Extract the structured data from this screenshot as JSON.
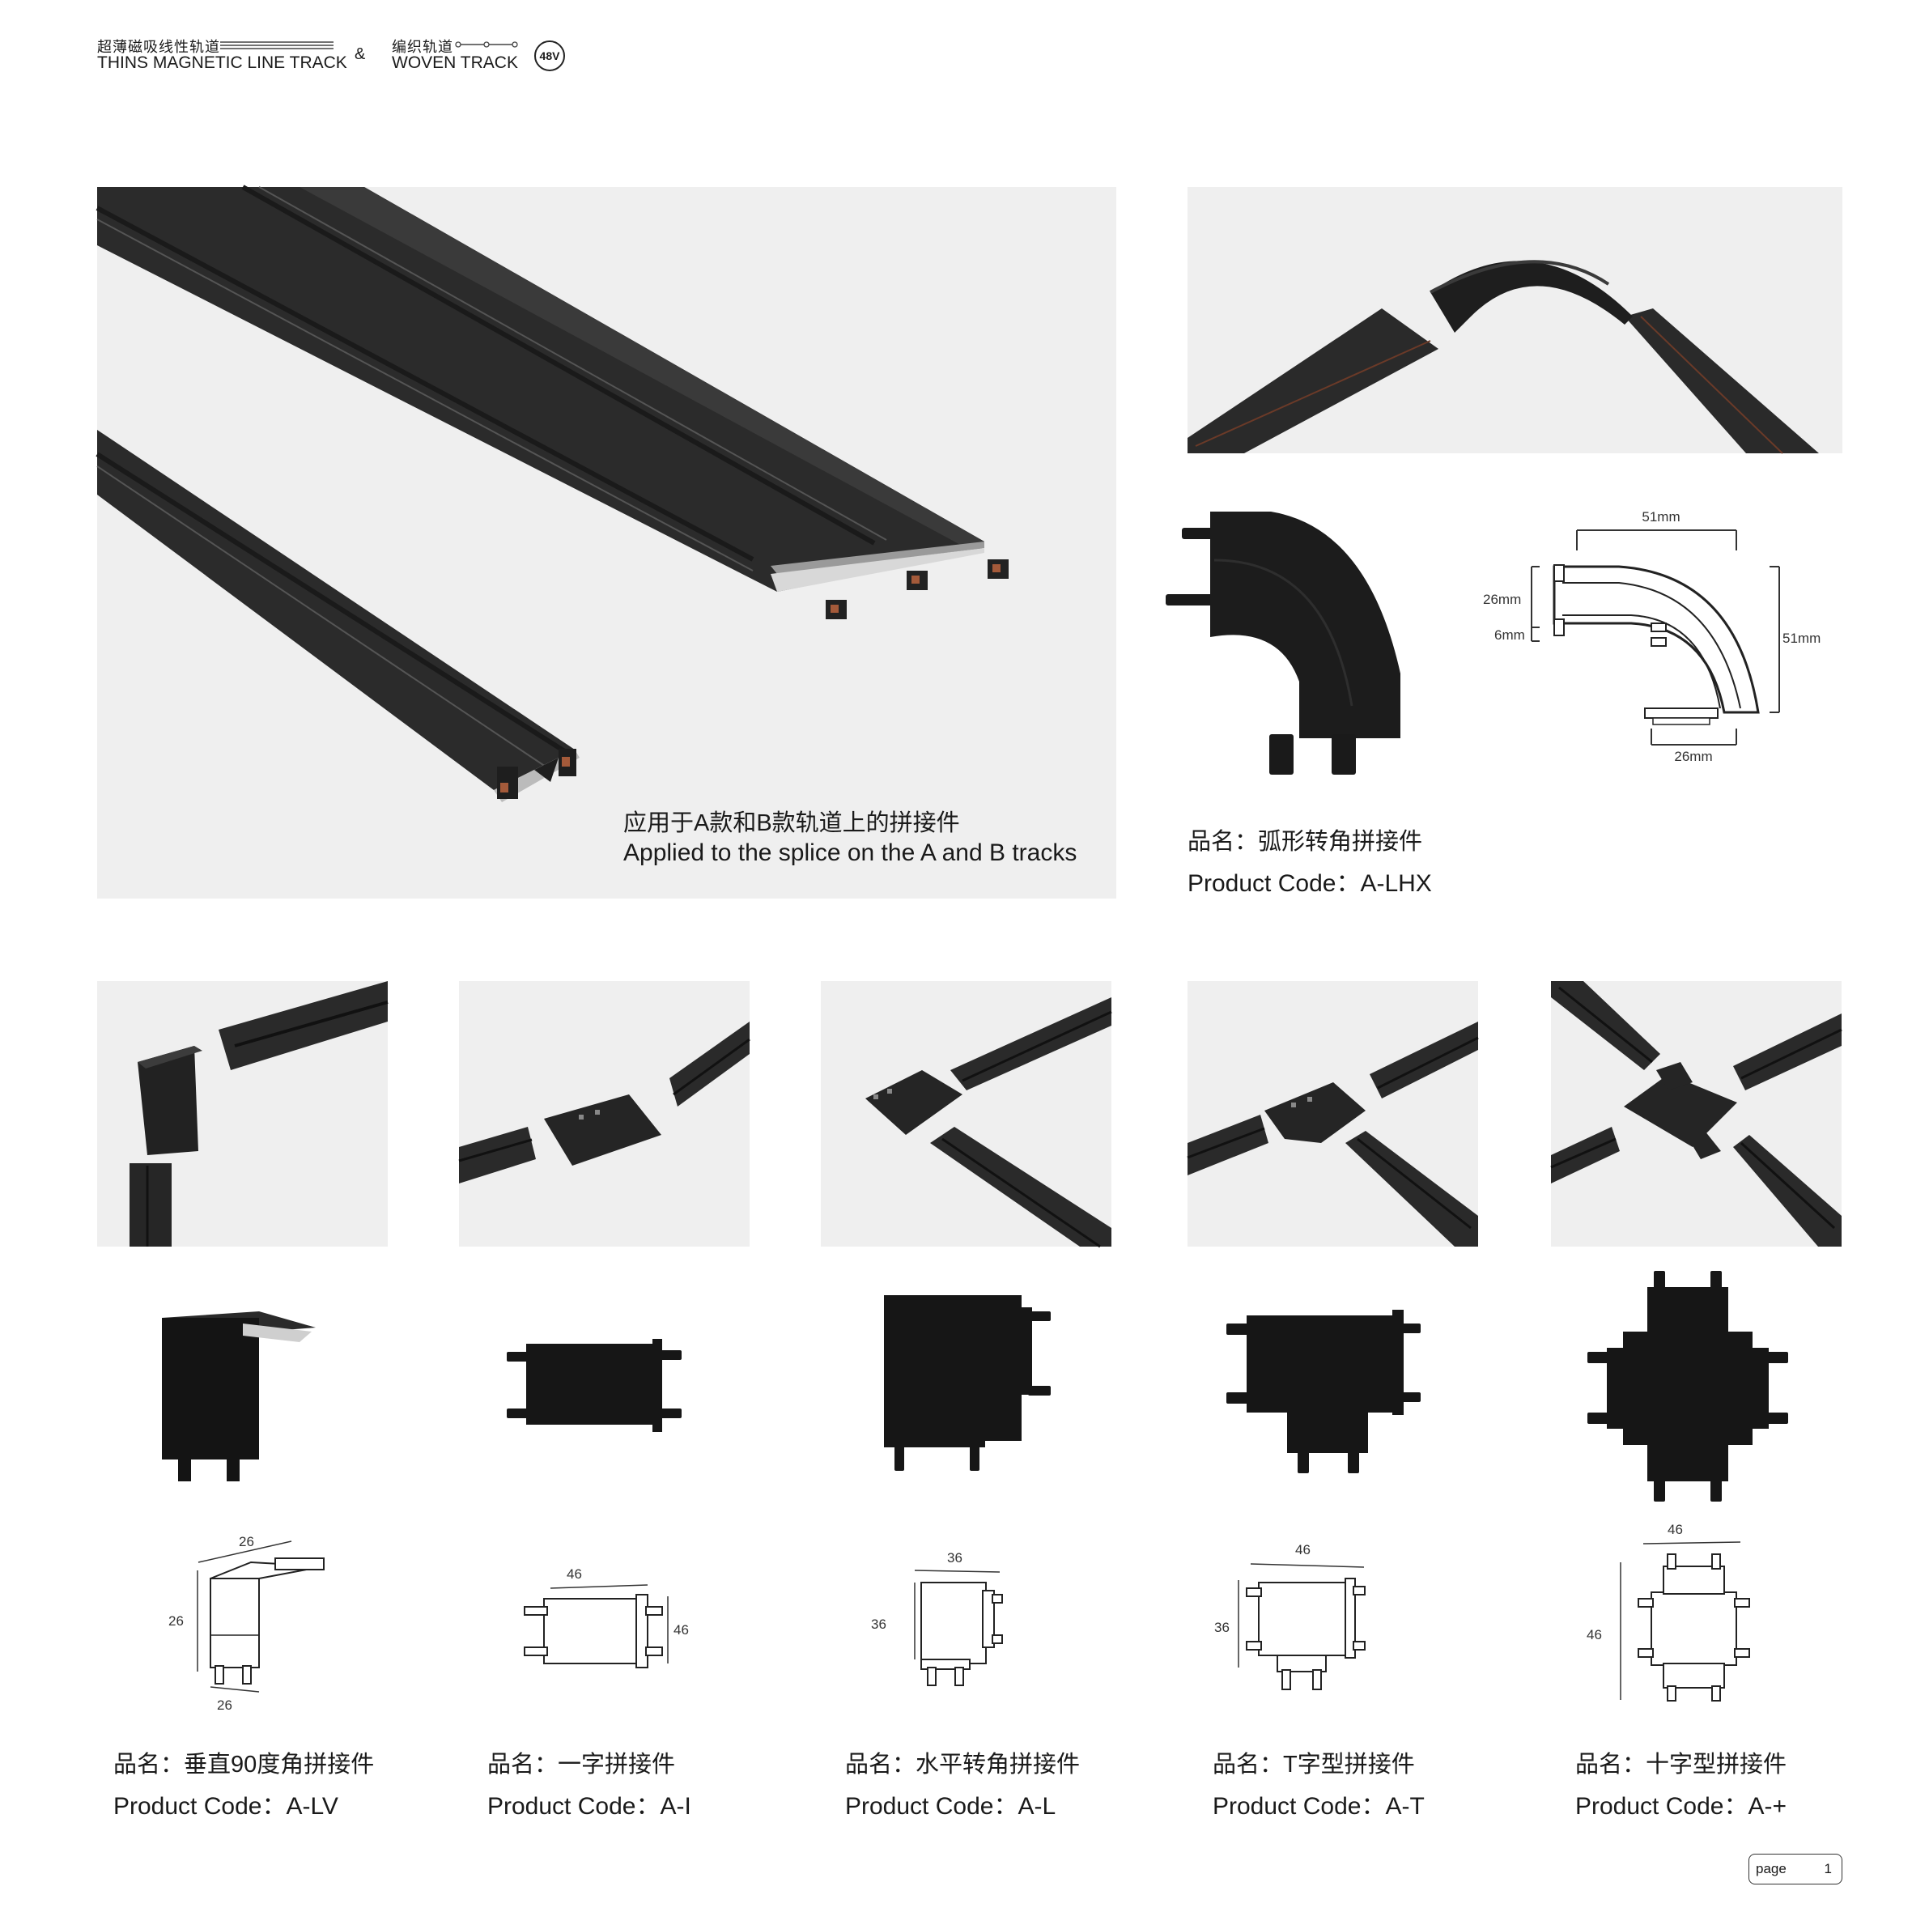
{
  "header": {
    "line_track_cn": "超薄磁吸线性轨道",
    "line_track_en": "THINS MAGNETIC LINE TRACK",
    "ampersand": "&",
    "woven_cn": "编织轨道",
    "woven_en": "WOVEN TRACK",
    "voltage_badge": "48V"
  },
  "hero": {
    "caption_cn": "应用于A款和B款轨道上的拼接件",
    "caption_en": "Applied to the splice on the A and B tracks"
  },
  "lhx": {
    "name": "品名：弧形转角拼接件",
    "code": "Product Code：A-LHX",
    "dims": {
      "top": "51mm",
      "right": "51mm",
      "left_upper": "26mm",
      "left_lower": "6mm",
      "bottom": "26mm"
    }
  },
  "products": [
    {
      "name": "品名：垂直90度角拼接件",
      "code": "Product Code：A-LV",
      "dims": {
        "top": "26",
        "left": "26",
        "bottom": "26"
      }
    },
    {
      "name": "品名：一字拼接件",
      "code": "Product Code：A-I",
      "dims": {
        "top": "46",
        "right": "46"
      }
    },
    {
      "name": "品名：水平转角拼接件",
      "code": "Product Code：A-L",
      "dims": {
        "top": "36",
        "left": "36"
      }
    },
    {
      "name": "品名：T字型拼接件",
      "code": "Product Code：A-T",
      "dims": {
        "top": "46",
        "left": "36"
      }
    },
    {
      "name": "品名：十字型拼接件",
      "code": "Product Code：A-+",
      "dims": {
        "top": "46",
        "left": "46"
      }
    }
  ],
  "footer": {
    "page_label": "page",
    "page_number": "1"
  }
}
